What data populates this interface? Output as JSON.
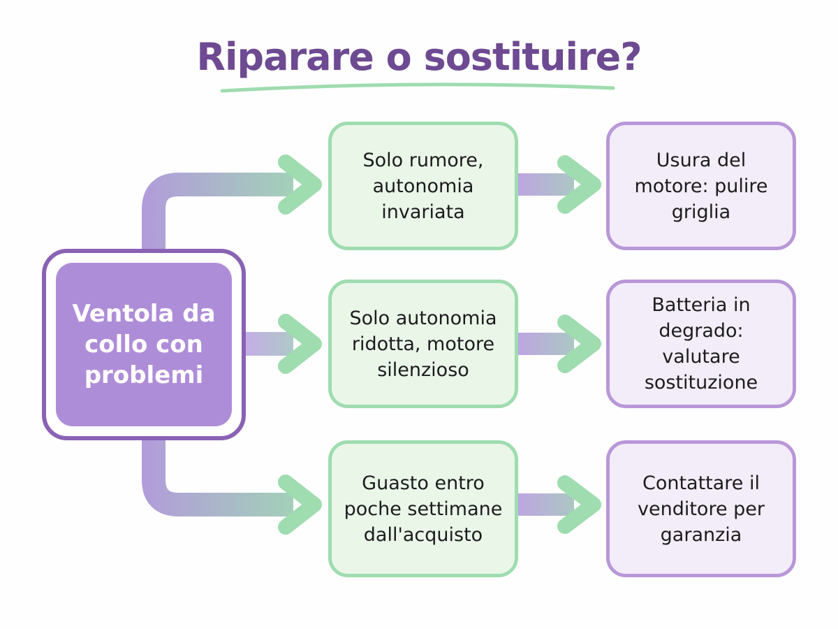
{
  "title": "Riparare o sostituire?",
  "colors": {
    "title": "#6d4a92",
    "underline": "#9fdcb0",
    "start_fill": "#ae8dd8",
    "start_border": "#8a62b4",
    "green_fill": "#e9f6e8",
    "green_border": "#9fdcb0",
    "purple_fill": "#f3ecf9",
    "purple_border": "#b897d8",
    "arrow_from": "#b398dd",
    "arrow_to": "#9fdcb0"
  },
  "start": {
    "label": "Ventola da collo con problemi"
  },
  "branches": [
    {
      "condition": "Solo rumore, autonomia invariata",
      "outcome": "Usura del motore: pulire griglia"
    },
    {
      "condition": "Solo autonomia ridotta, motore silenzioso",
      "outcome": "Batteria in degrado: valutare sostituzione"
    },
    {
      "condition": "Guasto entro poche settimane dall'acquisto",
      "outcome": "Contattare il venditore per garanzia"
    }
  ]
}
